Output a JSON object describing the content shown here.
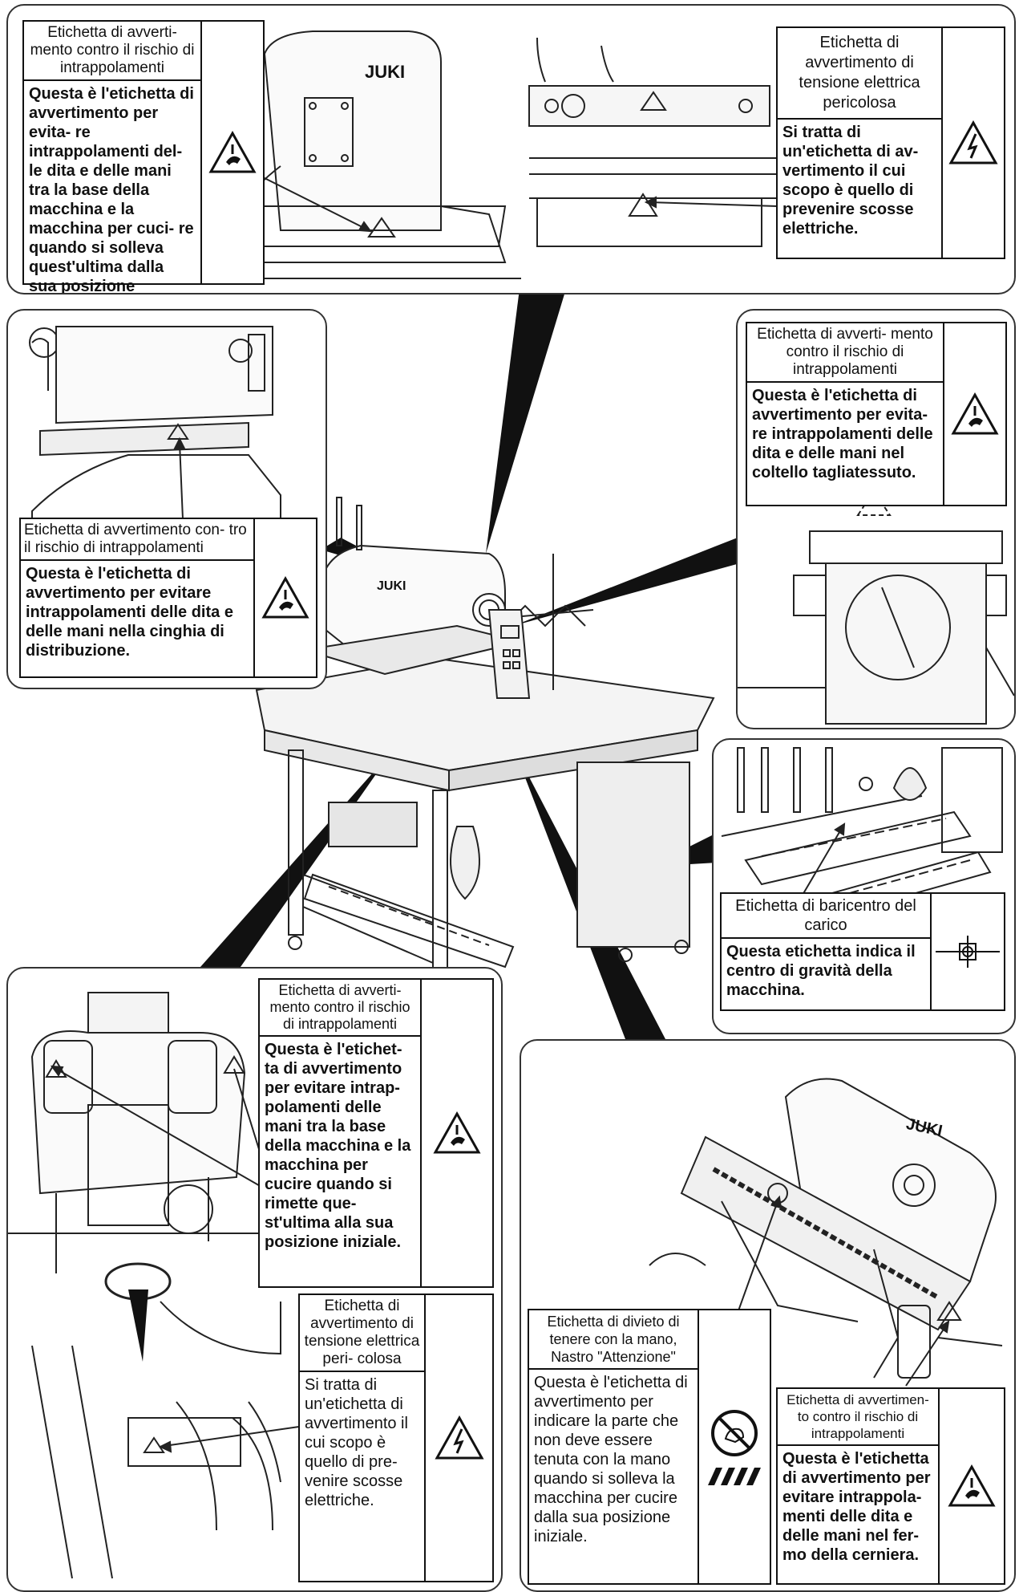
{
  "brand": "JUKI",
  "labels": {
    "top_left": {
      "title": "Etichetta di avverti- mento contro il rischio di intrappolamenti",
      "body": "Questa è l'etichetta di avvertimento per evita- re intrappolamenti del- le dita e delle mani tra la base della macchina e la macchina per cuci- re quando si solleva quest'ultima dalla sua posizione iniziale.",
      "icon": "pinch-hazard-icon"
    },
    "top_right": {
      "title": "Etichetta di avvertimento di tensione elettrica pericolosa",
      "body": "Si tratta di un'etichetta di av- vertimento il cui scopo è quello di prevenire scosse elettriche.",
      "icon": "high-voltage-icon"
    },
    "mid_left": {
      "title": "Etichetta di avvertimento con- tro il rischio di intrappolamenti",
      "body": "Questa è l'etichetta di avvertimento per evitare intrappolamenti delle dita e delle mani nella cinghia di distribuzione.",
      "icon": "pinch-hazard-icon"
    },
    "mid_right": {
      "title": "Etichetta di avverti- mento contro il rischio di intrappolamenti",
      "body": "Questa è l'etichetta di avvertimento per evita- re intrappolamenti delle dita e delle mani nel coltello tagliatessuto.",
      "icon": "pinch-hazard-icon"
    },
    "gravity": {
      "title": "Etichetta di baricentro del carico",
      "body": "Questa etichetta indica il centro di gravità della macchina.",
      "icon": "center-of-gravity-icon"
    },
    "bottom_left_trap": {
      "title": "Etichetta di avverti- mento contro il rischio di intrappolamenti",
      "body": "Questa è l'etichet- ta di avvertimento per evitare intrap- polamenti delle mani tra la base della macchina e la macchina per cucire quando si rimette que- st'ultima alla sua posizione iniziale.",
      "icon": "pinch-hazard-icon"
    },
    "bottom_left_voltage": {
      "title": "Etichetta di avvertimento di tensione elettrica peri- colosa",
      "body": "Si tratta di un'etichetta di avvertimento il cui scopo è quello di pre- venire scosse elettriche.",
      "icon": "high-voltage-icon"
    },
    "bottom_right_hand": {
      "title": "Etichetta di divieto di tenere con la mano, Nastro \"Attenzione\"",
      "body": "Questa è l'etichetta di avvertimento per indicare la parte che non deve essere tenuta con la mano quando si solleva la macchina per cucire dalla sua posizione iniziale.",
      "icon": "no-hand-hold-icon"
    },
    "bottom_right_hinge": {
      "title": "Etichetta di avvertimen- to contro il rischio di intrappolamenti",
      "body": "Questa è l'etichetta di avvertimento per evitare intrappola- menti delle dita e delle mani nel fer- mo della cerniera.",
      "icon": "pinch-hazard-icon"
    }
  }
}
